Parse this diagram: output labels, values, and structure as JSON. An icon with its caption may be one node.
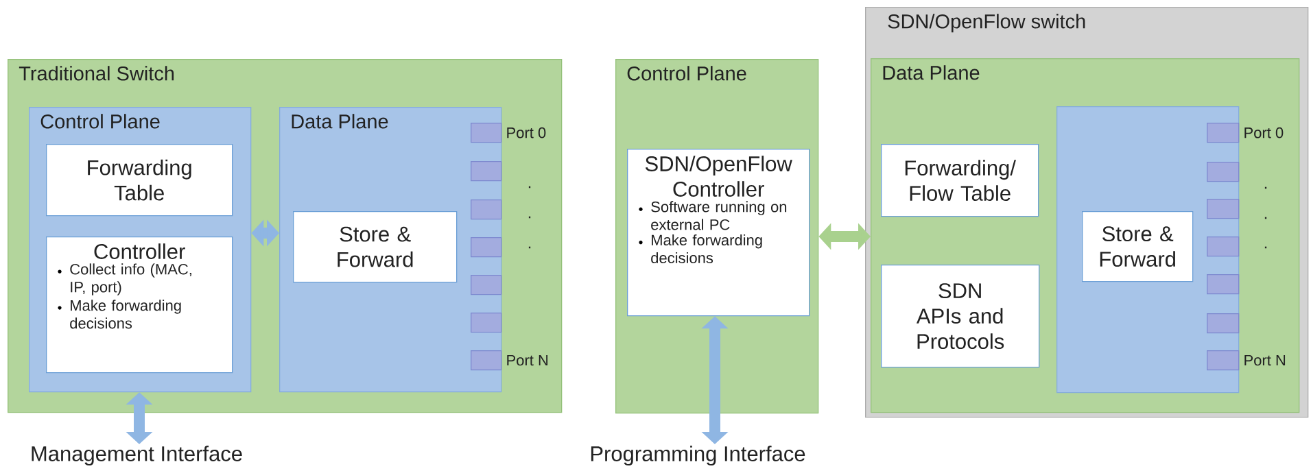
{
  "diagram": {
    "nodes": [
      {
        "text": [
          "Traditional Switch"
        ]
      },
      {
        "text": [
          "Control Plane"
        ],
        "in": 0
      },
      {
        "text": [
          "Forwarding Table"
        ],
        "in": 1
      },
      {
        "text": [
          "Controller",
          "Collect info (MAC, IP, port)",
          "Make forwarding decisions"
        ],
        "in": 1
      },
      {
        "text": [
          "Data Plane"
        ],
        "in": 0
      },
      {
        "text": [
          "Store & Forward"
        ],
        "in": 4
      },
      {
        "text": [],
        "shape": "box",
        "in": 4,
        "beside": [
          "Port 0"
        ]
      },
      {
        "text": [],
        "shape": "box",
        "in": 4
      },
      {
        "text": [],
        "shape": "box",
        "in": 4
      },
      {
        "text": [],
        "shape": "box",
        "in": 4
      },
      {
        "text": [],
        "shape": "box",
        "in": 4
      },
      {
        "text": [],
        "shape": "box",
        "in": 4
      },
      {
        "text": [],
        "shape": "box",
        "in": 4,
        "beside": [
          "Port N"
        ]
      },
      {
        "text": [
          "Management Interface"
        ]
      },
      {
        "text": [
          "Control Plane"
        ]
      },
      {
        "text": [
          "SDN/OpenFlow Controller",
          "Software running on external PC",
          "Make forwarding decisions"
        ],
        "in": 14
      },
      {
        "text": [
          "Programming Interface"
        ]
      },
      {
        "text": [
          "SDN/OpenFlow switch"
        ]
      },
      {
        "text": [
          "Data Plane"
        ],
        "in": 17
      },
      {
        "text": [
          "Forwarding/ Flow Table"
        ],
        "in": 18
      },
      {
        "text": [
          "SDN APIs and Protocols"
        ],
        "in": 18
      },
      {
        "text": [],
        "shape": "box",
        "in": 18
      },
      {
        "text": [
          "Store & Forward"
        ],
        "in": 21
      },
      {
        "text": [],
        "shape": "box",
        "in": 21,
        "beside": [
          "Port 0"
        ]
      },
      {
        "text": [],
        "shape": "box",
        "in": 21
      },
      {
        "text": [],
        "shape": "box",
        "in": 21
      },
      {
        "text": [],
        "shape": "box",
        "in": 21
      },
      {
        "text": [],
        "shape": "box",
        "in": 21
      },
      {
        "text": [],
        "shape": "box",
        "in": 21
      },
      {
        "text": [],
        "shape": "box",
        "in": 21,
        "beside": [
          "Port N"
        ]
      }
    ],
    "edges": [
      {
        "from": 1,
        "to": 4,
        "arrow": "both"
      },
      {
        "from": 1,
        "to": 13,
        "arrow": "both"
      },
      {
        "from": 15,
        "to": 16,
        "arrow": "both"
      },
      {
        "from": 14,
        "to": 18,
        "arrow": "both",
        "color": "#a9d18e"
      }
    ],
    "labels": [
      ".",
      ".",
      ".",
      ".",
      ".",
      "."
    ]
  }
}
